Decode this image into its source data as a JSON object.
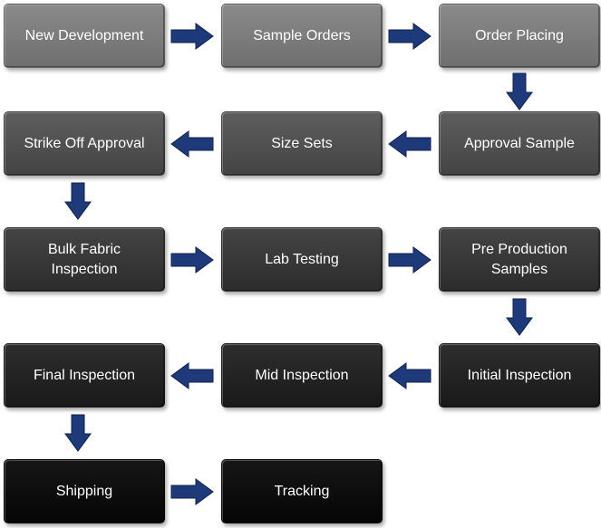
{
  "colors": {
    "arrow_fill": "#1f3a7a",
    "arrow_stroke": "#0f1f4a"
  },
  "steps": [
    {
      "label": "New Development"
    },
    {
      "label": "Sample Orders"
    },
    {
      "label": "Order Placing"
    },
    {
      "label": "Approval Sample"
    },
    {
      "label": "Size Sets"
    },
    {
      "label": "Strike Off Approval"
    },
    {
      "label": "Bulk Fabric\nInspection"
    },
    {
      "label": "Lab Testing"
    },
    {
      "label": "Pre Production\nSamples"
    },
    {
      "label": "Initial Inspection"
    },
    {
      "label": "Mid Inspection"
    },
    {
      "label": "Final Inspection"
    },
    {
      "label": "Shipping"
    },
    {
      "label": "Tracking"
    }
  ]
}
